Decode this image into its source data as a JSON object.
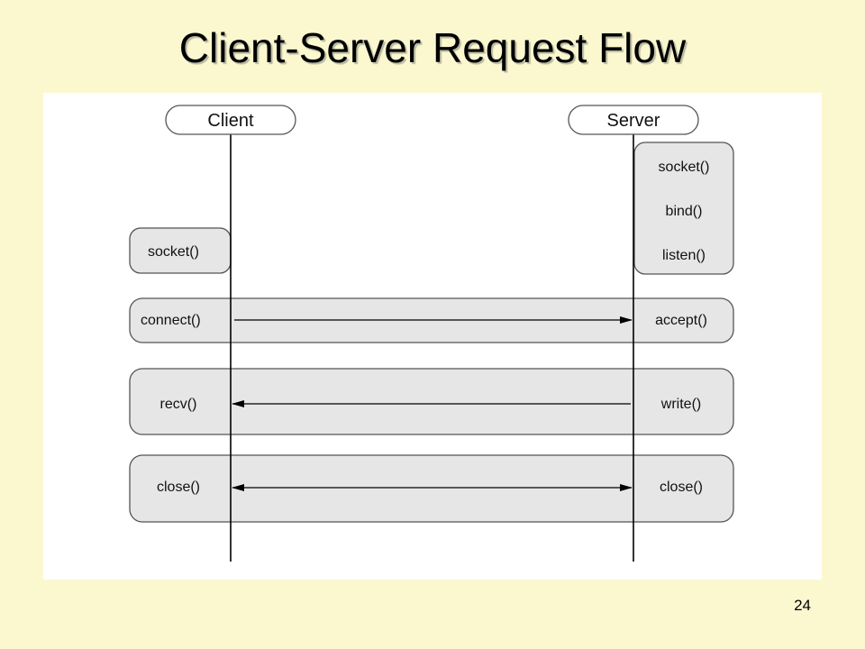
{
  "slide": {
    "title": "Client-Server Request Flow",
    "page_number": "24"
  },
  "diagram": {
    "client_label": "Client",
    "server_label": "Server",
    "server_setup": [
      "socket()",
      "bind()",
      "listen()"
    ],
    "client_setup": "socket()",
    "steps": [
      {
        "client": "connect()",
        "server": "accept()",
        "direction": "client-to-server"
      },
      {
        "client": "recv()",
        "server": "write()",
        "direction": "server-to-client"
      },
      {
        "client": "close()",
        "server": "close()",
        "direction": "both"
      }
    ]
  },
  "colors": {
    "slide_background": "#fbf8d0",
    "box_fill": "#e6e6e6",
    "box_stroke": "#555555",
    "lifeline": "#000000"
  }
}
